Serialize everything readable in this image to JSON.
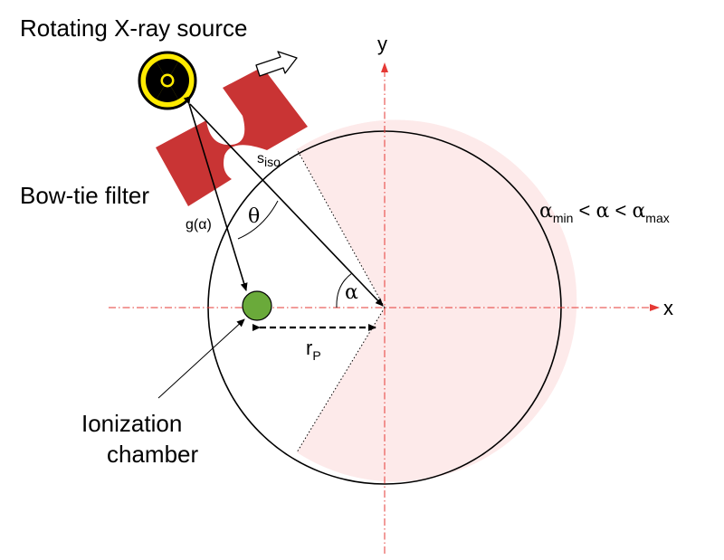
{
  "title": "Rotating X-ray source",
  "filter_label": "Bow-tie filter",
  "axes": {
    "x": "x",
    "y": "y"
  },
  "labels": {
    "s_base": "s",
    "s_sub": "iso",
    "g_alpha": "g(α)",
    "theta": "θ",
    "alpha": "α",
    "r_base": "r",
    "r_sub": "P"
  },
  "alpha_range": {
    "a1": "α",
    "a1_sub": "min",
    "lt1": " < ",
    "a2": "α",
    "lt2": " < ",
    "a3": "α",
    "a3_sub": "max"
  },
  "ion": {
    "line1": "Ionization",
    "line2": "chamber"
  },
  "colors": {
    "sector_fill": "#fdeaea",
    "axis_red": "#e53935",
    "filter_red": "#c93434",
    "source_yellow": "#ffeb00",
    "chamber_green": "#6aaa3a"
  },
  "icons": [
    "radiation-icon",
    "hollow-arrow-icon"
  ]
}
